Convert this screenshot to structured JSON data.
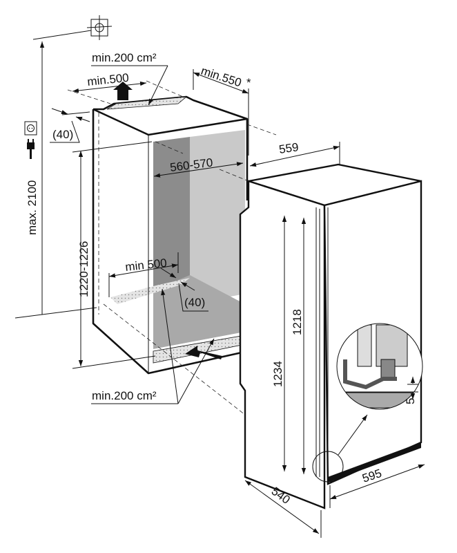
{
  "title": "Installation dimensions diagram",
  "colors": {
    "line": "#111111",
    "dark_gray": "#8a8a8a",
    "mid_gray": "#a8a8a8",
    "light_gray": "#c8c8c8",
    "stipple": "#e2e2e2"
  },
  "icons": [
    "water-connection-icon",
    "socket-icon",
    "plug-icon"
  ],
  "labels": {
    "top_vent_area": "min.200 cm²",
    "top_vent_width": "min.500",
    "niche_depth": "min.550",
    "asterisk": "*",
    "top_gap": "(40)",
    "max_height": "max. 2100",
    "niche_height": "1220-1226",
    "niche_width": "560-570",
    "appliance_width": "559",
    "bottom_vent_width": "min 500",
    "bottom_gap": "(40)",
    "bottom_vent_area": "min.200 cm²",
    "appliance_height": "1234",
    "door_height": "1218",
    "detail_gap": "5",
    "appliance_depth": "540",
    "door_width": "595"
  }
}
